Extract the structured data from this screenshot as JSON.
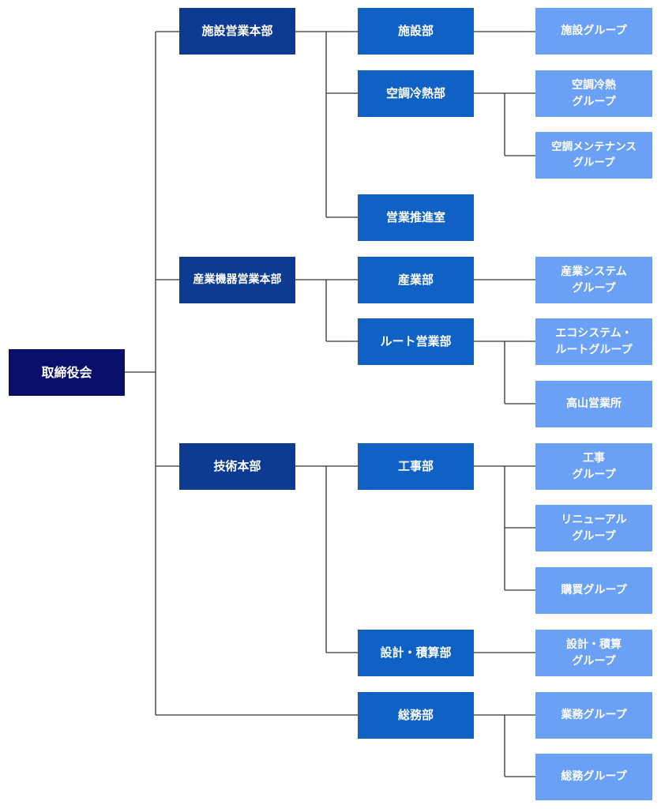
{
  "org": {
    "root": "取締役会",
    "honbu": {
      "shisetsu_eigyo": "施設営業本部",
      "sangyo_kiki": "産業機器営業本部",
      "gijutsu": "技術本部"
    },
    "bu": {
      "shisetsu": "施設部",
      "kucho_reinetsu": "空調冷熱部",
      "eigyo_suishin": "営業推進室",
      "sangyo": "産業部",
      "route_eigyo": "ルート営業部",
      "koji": "工事部",
      "sekkei_sekisan": "設計・積算部",
      "somu": "総務部"
    },
    "group": {
      "shisetsu_g": "施設グループ",
      "kucho_reinetsu_g": "空調冷熱\nグループ",
      "kucho_maint_g": "空調メンテナンス\nグループ",
      "sangyo_system_g": "産業システム\nグループ",
      "eco_route_g": "エコシステム・\nルートグループ",
      "takayama": "高山営業所",
      "koji_g": "工事\nグループ",
      "renewal_g": "リニューアル\nグループ",
      "kobai_g": "購買グループ",
      "sekkei_g": "設計・積算\nグループ",
      "gyomu_g": "業務グループ",
      "somu_g": "総務グループ"
    }
  }
}
